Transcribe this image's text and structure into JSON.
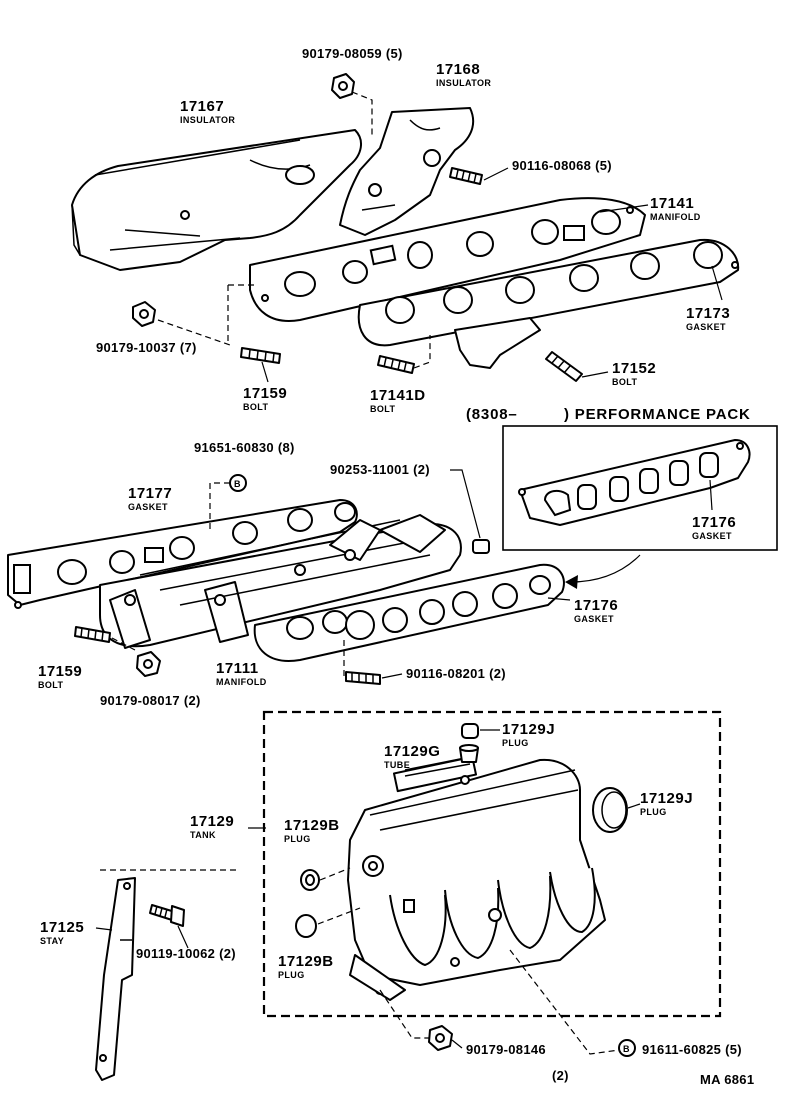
{
  "diagram_code": "MA 6861",
  "performance_pack": {
    "prefix": "(8308–",
    "title": ") PERFORMANCE PACK"
  },
  "labels": {
    "p_90179_08059": "90179-08059 (5)",
    "p_17168": "17168",
    "p_17168_name": "INSULATOR",
    "p_17167": "17167",
    "p_17167_name": "INSULATOR",
    "p_90116_08068": "90116-08068 (5)",
    "p_17141": "17141",
    "p_17141_name": "MANIFOLD",
    "p_17173": "17173",
    "p_17173_name": "GASKET",
    "p_90179_10037": "90179-10037 (7)",
    "p_17152": "17152",
    "p_17152_name": "BOLT",
    "p_17159_top": "17159",
    "p_17159_top_name": "BOLT",
    "p_17141D": "17141D",
    "p_17141D_name": "BOLT",
    "p_91651_60830": "91651-60830 (8)",
    "p_90253_11001": "90253-11001 (2)",
    "p_17177": "17177",
    "p_17177_name": "GASKET",
    "p_17176_pack": "17176",
    "p_17176_pack_name": "GASKET",
    "p_17176": "17176",
    "p_17176_name": "GASKET",
    "p_17159_bot": "17159",
    "p_17159_bot_name": "BOLT",
    "p_17111": "17111",
    "p_17111_name": "MANIFOLD",
    "p_90179_08017": "90179-08017 (2)",
    "p_90116_08201": "90116-08201 (2)",
    "p_17129J_top": "17129J",
    "p_17129J_top_name": "PLUG",
    "p_17129G": "17129G",
    "p_17129G_name": "TUBE",
    "p_17129J_right": "17129J",
    "p_17129J_right_name": "PLUG",
    "p_17129": "17129",
    "p_17129_name": "TANK",
    "p_17129B_top": "17129B",
    "p_17129B_top_name": "PLUG",
    "p_17129B_bot": "17129B",
    "p_17129B_bot_name": "PLUG",
    "p_17125": "17125",
    "p_17125_name": "STAY",
    "p_90119_10062": "90119-10062 (2)",
    "p_90179_08146": "90179-08146",
    "p_90179_08146_qty": "(2)",
    "p_91611_60825": "91611-60825 (5)",
    "marker_B": "B"
  }
}
